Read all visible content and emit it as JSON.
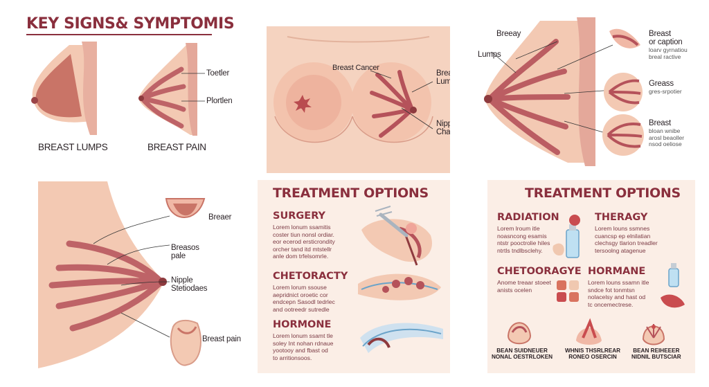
{
  "p1": {
    "title": "KEY SIGNS& SYMPTOMIS",
    "caption_left": "BREAST LUMPS",
    "caption_right": "BREAST PAIN",
    "label_top": "Toetler",
    "label_mid": "Plortlen"
  },
  "p2": {
    "label_cancer": "Breast Cancer",
    "label_lumps": "Breast\nLumps",
    "label_nipple": "Nipple\nChanges"
  },
  "p3": {
    "label_breeay": "Breeay",
    "label_lumps": "Lumps",
    "r1_title": "Breast\nor caption",
    "r1_sub": "loarv gyrnatiou\nbreal ractive",
    "r2_title": "Greass",
    "r2_sub": "gres-srpotier",
    "r3_title": "Breast",
    "r3_sub": "bloan wnibe\narosl beaoller\nnsod oeliose"
  },
  "p4": {
    "label1": "Breaer",
    "label2": "Breasos\npale",
    "label3": "Nipple\nStetiodaes",
    "label4": "Breast pain"
  },
  "p5": {
    "title": "TREATMENT OPTIONS",
    "s1_title": "SURGERY",
    "s1_body": "Lorem lonum ssamitis\ncoster tiun nonsl ordiar.\neor ecerod ersticrondity\norcher tand itd mtstellr\nanle dom trfelsomrle.",
    "s2_title": "CHETORACTY",
    "s2_body": "Lorem lorum ssouse\naepridnict oroetic cor\nendcepn Sasodl tedrlec\nand ootreedr sutredle",
    "s3_title": "HORMONE",
    "s3_body": "Lorem lonum ssamt tle\nsoley Int nohan rdnaue\nyootooy and fbast od\nto arritionsoos."
  },
  "p6": {
    "title": "TREATMENT OPTIONS",
    "a_title": "RADIATION",
    "a_body": "Lorem lroum itle\nnoasncong esamis\nntstr pooctrolie hiles\nntrtls tndlbsclehy.",
    "b_title": "THERAGY",
    "b_body": "Lorem louns ssmnes\ncuancsp ep elnilatian\nclechsgy tlarion treadler\ntersoolng atagenue",
    "c_title": "CHETOORAGYE",
    "c_body": "Anome treaar stoeet\nanists ocelen",
    "d_title": "HORMANE",
    "d_body": "Lorem louns ssamn itle\nsndce fot tonmtsn\nnolacelsy and hast od\ntc oncemectrese.",
    "cap1": "BEAN SUIDNEUER\nNONAL OESTRLOKEN",
    "cap2": "WHNIS THSRLREAR\nRONEO OSERCIN",
    "cap3": "BEAN REIHEEER\nNIDNIL BUTSCIAR"
  },
  "colors": {
    "accent": "#8a2f3d",
    "skin": "#f3c9b3",
    "tissue": "#b75a5a",
    "panel_bg": "#fbeee6"
  }
}
